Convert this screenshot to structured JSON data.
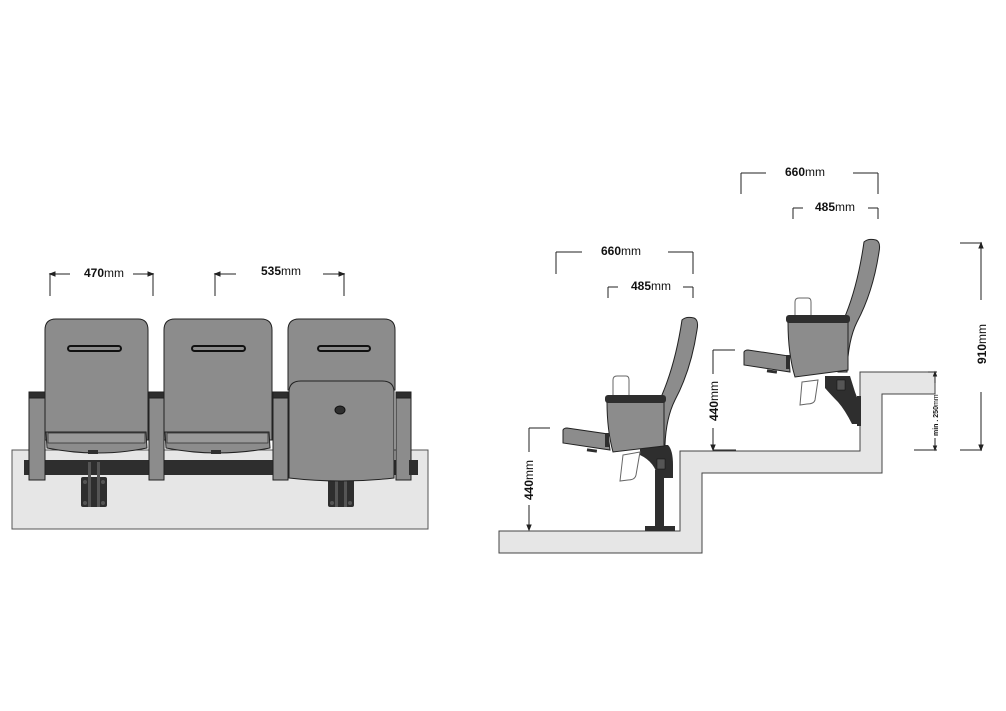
{
  "diagram": {
    "title": "Auditorium seat dimension drawing",
    "colors": {
      "seat_gray": "#8c8c8c",
      "seat_dark": "#2e2e2e",
      "floor_fill": "#e6e6e6",
      "outline": "#333333",
      "dim_line": "#222222",
      "background": "#ffffff"
    },
    "front_view": {
      "label": "front elevation, 3 seats in a row",
      "dims": [
        {
          "value": "470",
          "unit": "mm",
          "meaning": "seat width"
        },
        {
          "value": "535",
          "unit": "mm",
          "meaning": "center-to-center spacing"
        }
      ],
      "seats": [
        {
          "state": "seat down"
        },
        {
          "state": "seat down"
        },
        {
          "state": "seat folded up"
        }
      ]
    },
    "side_view_flat": {
      "label": "side elevation on flat floor",
      "dims": [
        {
          "value": "660",
          "unit": "mm",
          "meaning": "overall depth (seat down)"
        },
        {
          "value": "485",
          "unit": "mm",
          "meaning": "depth (seat folded)"
        },
        {
          "value": "440",
          "unit": "mm",
          "meaning": "seat height from floor"
        }
      ]
    },
    "side_view_riser": {
      "label": "side elevation on step riser",
      "dims": [
        {
          "value": "660",
          "unit": "mm",
          "meaning": "overall depth (seat down)"
        },
        {
          "value": "485",
          "unit": "mm",
          "meaning": "depth (seat folded)"
        },
        {
          "value": "440",
          "unit": "mm",
          "meaning": "seat height from tread"
        },
        {
          "value": "910",
          "unit": "mm",
          "meaning": "overall height"
        },
        {
          "prefix": "min . ",
          "value": "250",
          "unit": "mm",
          "meaning": "minimum riser height"
        }
      ]
    }
  }
}
